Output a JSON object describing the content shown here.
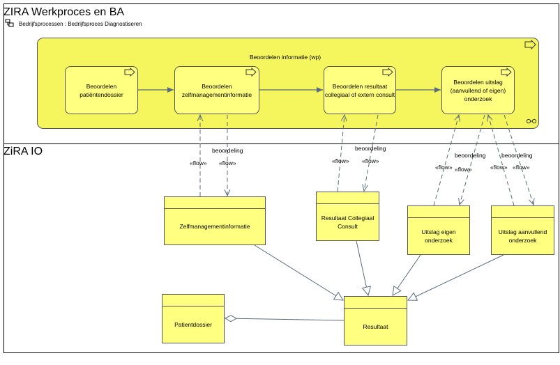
{
  "lanes": {
    "top": {
      "title": "ZIRA Werkproces en BA",
      "subtitle": "Bedrijfsprocessen : Bedrijfsproces Diagnostiseren"
    },
    "bottom": {
      "title": "ZiRA IO"
    }
  },
  "container": {
    "title": "Beoordelen informatie (wp)"
  },
  "processes": {
    "p1": "Beoordelen\npatiëntendossier",
    "p2": "Beoordelen\nzelfmanagementinformatie",
    "p3": "Beoordelen resultaat\ncollegiaal of extern consult",
    "p4": "Beoordelen uitslag\n(aanvullend of eigen)\nonderzoek"
  },
  "objects": {
    "zelf": "Zelfmanagementinformatie",
    "collegiaal": "Resultaat Collegiaal\nConsult",
    "eigen": "Uitslag eigen\nonderzoek",
    "aanvullend": "Uitslag aanvullend\nonderzoek",
    "patientdossier": "Patientdossier",
    "resultaat": "Resultaat"
  },
  "connector_labels": {
    "flow": "«flow»",
    "beoordeling": "beoordeling"
  },
  "colors": {
    "fill": "#ffff80",
    "container_fill": "#f5f55e",
    "line": "#6b7b8c"
  }
}
